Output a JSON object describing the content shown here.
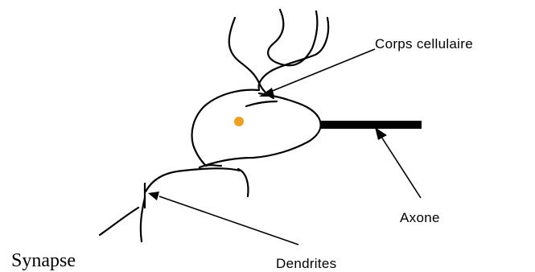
{
  "labels": {
    "cell_body": "Corps cellulaire",
    "axon": "Axone",
    "dendrites": "Dendrites",
    "synapse": "Synapse"
  },
  "colors": {
    "nucleus": "#f0a020",
    "ink": "#000000"
  }
}
